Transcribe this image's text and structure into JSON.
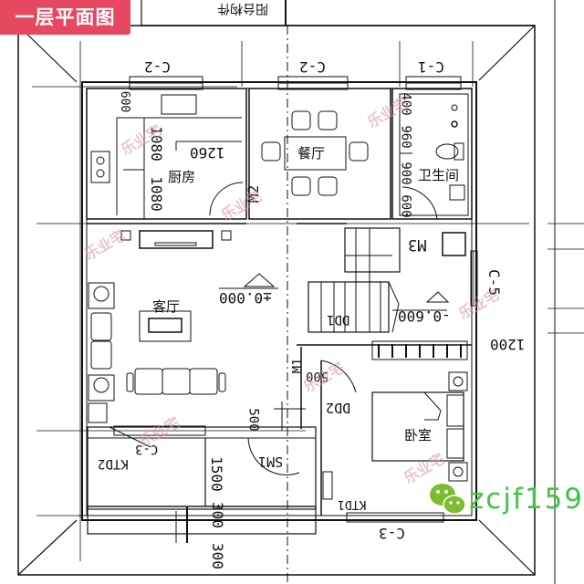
{
  "title_badge": {
    "label": "一层平面图",
    "background": "#e5485f",
    "text_color": "#ffffff"
  },
  "header_label_mirrored": "阳台构件",
  "rooms": {
    "kitchen": "厨房",
    "dining": "餐厅",
    "bathroom": "卫生间",
    "living": "客厅",
    "bedroom": "卧室"
  },
  "windows": {
    "kitchen_top": "C-2",
    "dining_top": "C-2",
    "bathroom_top": "C-1",
    "right_side": "C-5",
    "bottom_left": "C-3",
    "bottom_right": "C-3"
  },
  "doors": {
    "kitchen": "M2",
    "bathroom": "M3",
    "bedroom": "M1",
    "entry": "SM1",
    "dd1": "DD1",
    "dd2": "DD2",
    "ktd_left": "KTD2",
    "ktd_right": "KTD1"
  },
  "levels": {
    "living": "±0.000",
    "stair": "-0.600"
  },
  "dimensions": {
    "kitchen_top": "600",
    "kitchen_mid1": "1080",
    "kitchen_mid2": "1080",
    "kitchen_counter": "1260",
    "bath_1": "400",
    "bath_2": "960",
    "bath_3": "900",
    "bath_4": "600",
    "right_1200": "1200",
    "bedroom_door": "500",
    "entry_door": "500",
    "porch_1500": "1500",
    "porch_300a": "300",
    "porch_300b": "300"
  },
  "watermark": {
    "icon": "wechat-icon",
    "handle": "zcjf159",
    "color": "#3fc83f"
  },
  "stamps": [
    "乐业宅",
    "乐业宅",
    "乐业宅",
    "乐业宅",
    "乐业宅",
    "乐业宅",
    "乐业宅",
    "乐业宅"
  ],
  "colors": {
    "line": "#111111",
    "background": "#ffffff",
    "stamp": "#d696a0"
  }
}
